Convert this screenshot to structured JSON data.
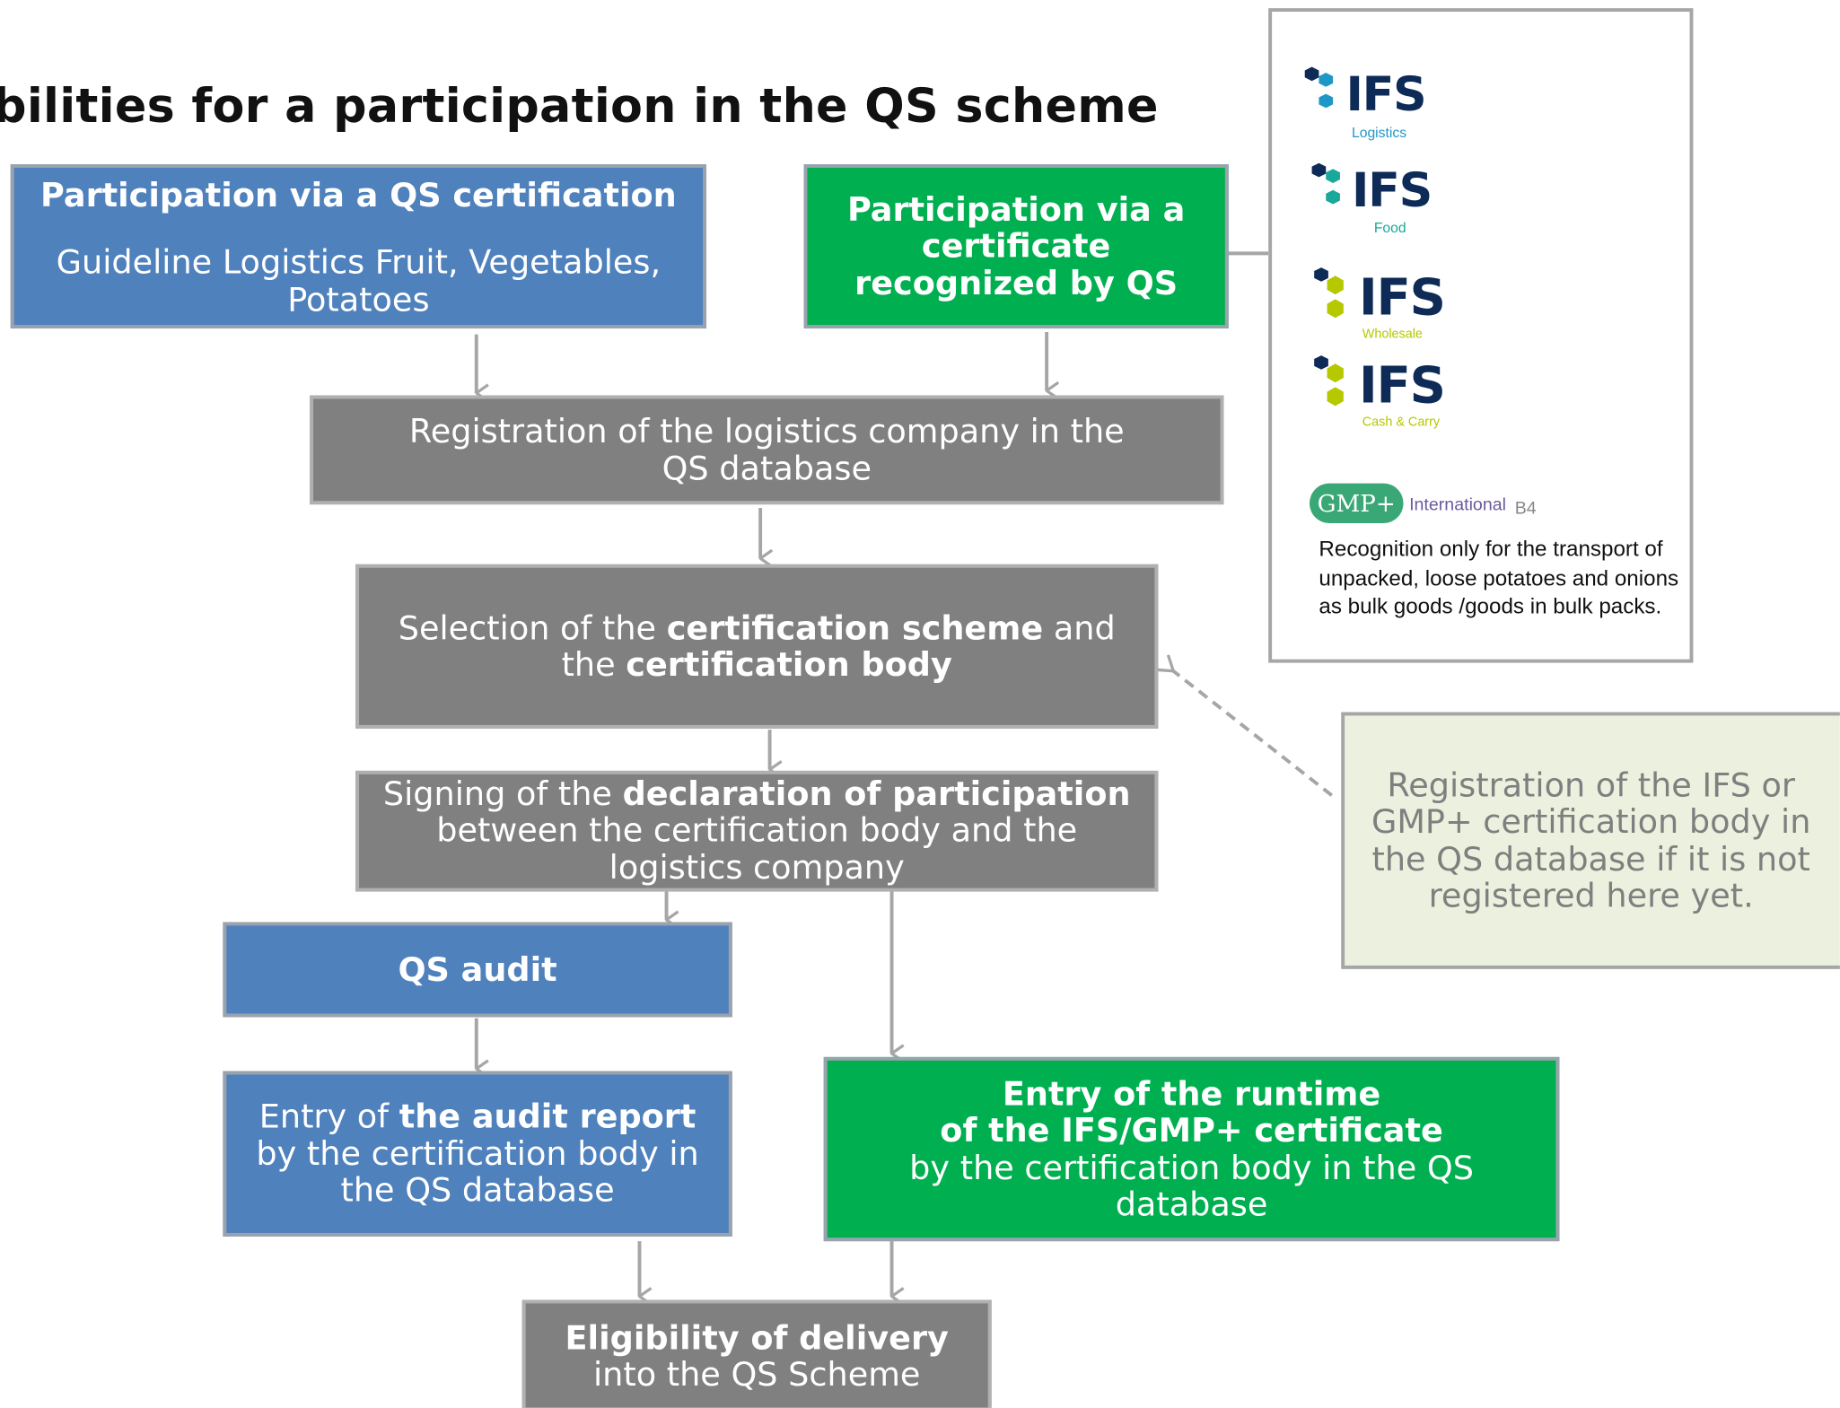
{
  "title": "bilities for a participation in the QS scheme",
  "boxes": {
    "qs_cert": {
      "heading": "Participation via a QS certification",
      "body": "Guideline Logistics Fruit, Vegetables, Potatoes"
    },
    "recognized": {
      "heading": "Participation via a certificate recognized by QS"
    },
    "registration": {
      "text": "Registration of the logistics company in the QS database"
    },
    "selection": {
      "t1": "Selection of the ",
      "b1": "certification scheme",
      "t2": " and the ",
      "b2": "certification body"
    },
    "signing": {
      "t1": "Signing of the ",
      "b1": "declaration of participation",
      "t2": "between the certification body and the logistics company"
    },
    "qs_audit": {
      "text": "QS audit"
    },
    "audit_entry": {
      "t1": "Entry of ",
      "b1": "the audit report",
      "t2": "by the certification body in the QS database"
    },
    "runtime_entry": {
      "b1": "Entry of the runtime",
      "b2": "of the IFS/GMP+ certificate",
      "t1": "by the certification body in the QS database"
    },
    "eligibility": {
      "b1": "Eligibility of delivery",
      "t1": "into the QS Scheme"
    },
    "ifs_registration": {
      "text": "Registration of the IFS or GMP+ certification body in the QS database if it is not registered here yet."
    }
  },
  "logos_panel": {
    "ifs_logistics": {
      "word": "IFS",
      "sub": "Logistics",
      "accent": "#1f97c6"
    },
    "ifs_food": {
      "word": "IFS",
      "sub": "Food",
      "accent": "#19a89a"
    },
    "ifs_wholesale": {
      "word": "IFS",
      "sub": "Wholesale",
      "accent": "#b5c800"
    },
    "ifs_cash": {
      "word": "IFS",
      "sub": "Cash & Carry",
      "accent": "#b5c800"
    },
    "gmp": {
      "badge": "GMP+",
      "intl": "International",
      "code": "B4"
    },
    "note": "Recognition only for the transport of unpacked, loose potatoes and onions as bulk goods /goods in bulk packs."
  },
  "colors": {
    "blue": "#4f81bd",
    "green": "#00b050",
    "grey": "#808080",
    "mint": "#ebf1de",
    "ifs_navy": "#0d2b56"
  }
}
